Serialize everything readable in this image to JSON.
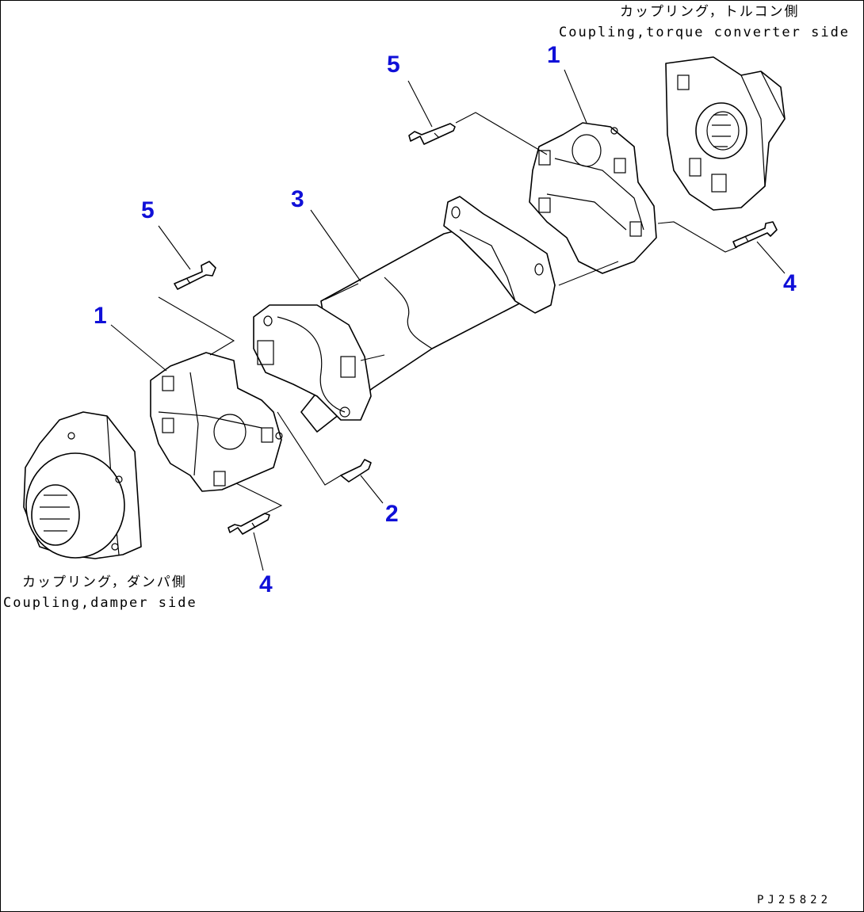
{
  "captions": {
    "torque_side_jp": "カップリング，トルコン側",
    "torque_side_en": "Coupling,torque converter side",
    "damper_side_jp": "カップリング，ダンパ側",
    "damper_side_en": "Coupling,damper side"
  },
  "callouts": {
    "top_coupling": "1",
    "top_bolt_5": "5",
    "shaft": "3",
    "right_bolt_4": "4",
    "left_bolt_5": "5",
    "left_coupling": "1",
    "grease_fitting": "2",
    "bottom_bolt_4": "4"
  },
  "drawing_id": "PJ25822",
  "colors": {
    "callout": "#1010d8",
    "line": "#000000"
  }
}
